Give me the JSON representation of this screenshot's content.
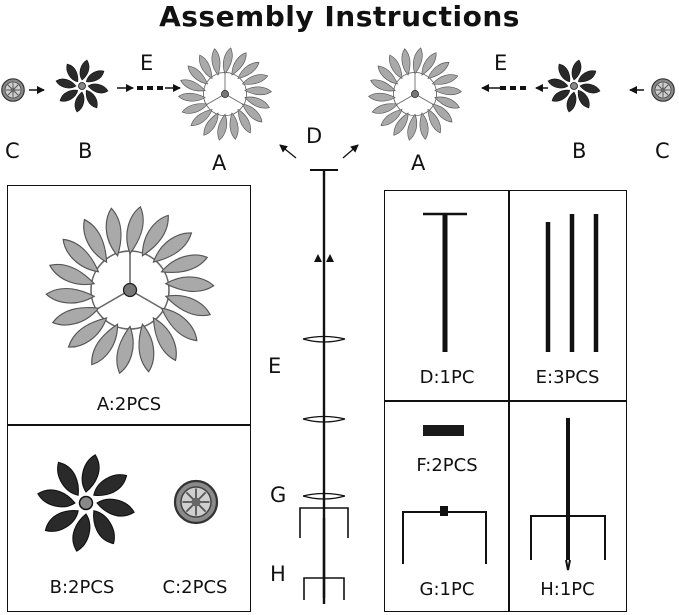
{
  "title": "Assembly Instructions",
  "top_labels": {
    "c_left": "C",
    "b_left": "B",
    "e_left": "E",
    "a_left": "A",
    "d_center": "D",
    "a_right": "A",
    "e_right": "E",
    "b_right": "B",
    "c_right": "C"
  },
  "pole_labels": {
    "e": "E",
    "g": "G",
    "h": "H"
  },
  "parts": {
    "a": "A:2PCS",
    "b": "B:2PCS",
    "c": "C:2PCS",
    "d": "D:1PC",
    "e": "E:3PCS",
    "f": "F:2PCS",
    "g": "G:1PC",
    "h": "H:1PC"
  },
  "colors": {
    "line": "#111111",
    "petal": "#a9a9a9",
    "dark_petal": "#2a2a2a",
    "hub": "#777777"
  }
}
